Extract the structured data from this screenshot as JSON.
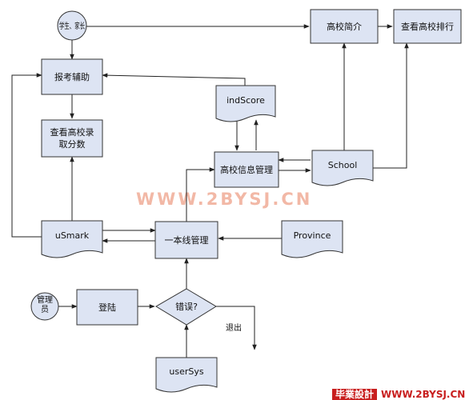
{
  "diagram": {
    "nodes": {
      "student": "学生、家长",
      "bkfz": "报考辅助",
      "ckfs": "查看高校录取分数",
      "gxjj": "高校简介",
      "ckpx": "查看高校排行",
      "indscore": "indScore",
      "gxxx": "高校信息管理",
      "school": "School",
      "usmark": "uSmark",
      "ybx": "一本线管理",
      "province": "Province",
      "admin": "管理员",
      "login": "登陆",
      "error": "错误?",
      "usersys": "userSys"
    },
    "edge_labels": {
      "exit": "退出"
    }
  },
  "watermark": {
    "text": "WWW.2BYSJ.CN",
    "color": "#f2b8a6"
  },
  "footer": {
    "logo": "毕業設計",
    "url": "WWW.2BYSJ.CN",
    "logo_bg": "#c81e1e"
  }
}
